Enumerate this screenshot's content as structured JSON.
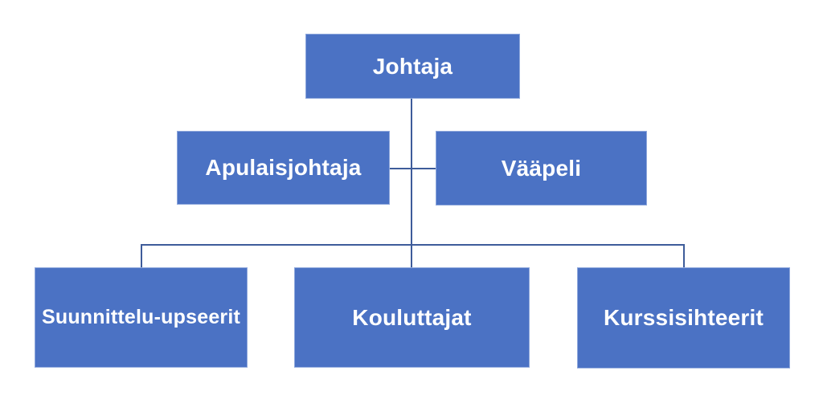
{
  "diagram": {
    "type": "org_chart",
    "background_color": "#FFFFFF",
    "node_fill_color": "#4B72C4",
    "node_text_color": "#FFFFFF",
    "connector_color": "#3E5C9A",
    "nodes": {
      "root": {
        "label": "Johtaja"
      },
      "level2": [
        {
          "label": "Apulaisjohtaja"
        },
        {
          "label": "Vääpeli"
        }
      ],
      "level3": [
        {
          "label": "Suunnittelu-upseerit"
        },
        {
          "label": "Kouluttajat"
        },
        {
          "label": "Kurssisihteerit"
        }
      ]
    }
  }
}
